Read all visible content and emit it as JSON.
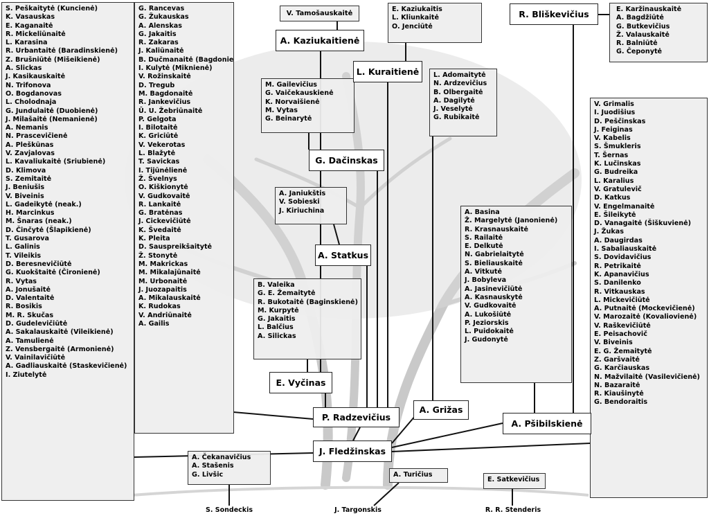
{
  "mentors": {
    "tamosauskaite": "V. Tamošauskaitė",
    "kaziukaitiene": "A. Kaziukaitienė",
    "kuraitiene": "L. Kuraitienė",
    "bliskevicius": "R. Bliškevičius",
    "dacinskas": "G. Dačinskas",
    "statkus": "A. Statkus",
    "vycinas": "E. Vyčinas",
    "radzevicius": "P. Radzevičius",
    "grizas": "A. Grižas",
    "psibilskiene": "A. Pšibilskienė",
    "fledzinskas": "J. Fledžinskas"
  },
  "roots": {
    "sondeckis": "S. Sondeckis",
    "targonskis": "J. Targonskis",
    "stenderis": "R. R. Stenderis"
  },
  "lists": {
    "left1": [
      "S. Peškaitytė (Kuncienė)",
      "K. Vasauskas",
      "E. Kaganaitė",
      "R. Mickeliūnaitė",
      "L. Karasina",
      "R. Urbantaitė (Baradinskienė)",
      "Z. Brušniūtė (Mišeikienė)",
      "A. Slickas",
      "J. Kasikauskaitė",
      "N. Trifonova",
      "O. Bogdanovas",
      "L. Cholodnaja",
      "G. Jundulaitė (Duobienė)",
      "J. Milašaitė (Nemanienė)",
      "A. Nemanis",
      "N. Prascevičienė",
      "A. Pleškūnas",
      "V. Zavjalovas",
      "L. Kavaliukaitė (Sriubienė)",
      "D. Klimova",
      "S. Zemitaitė",
      "J. Beniušis",
      "V. Biveinis",
      "L. Gadeikytė (neak.)",
      "H. Marcinkus",
      "M. Šnaras (neak.)",
      "D. Činčytė (Šlapikienė)",
      "T. Gusarova",
      "L. Galinis",
      "T. Vileikis",
      "D. Beresnevičiūtė",
      "G. Kuokštaitė (Čironienė)",
      "R. Vytas",
      "A. Jonušaitė",
      "D. Valentaitė",
      "R. Bosikis",
      "M. R. Skučas",
      "D. Gudelevičiūtė",
      "A. Sakalauskaitė (Vileikienė)",
      "A. Tamulienė",
      "Z. Vensbergaitė (Armonienė)",
      "V. Vainilavičiūtė",
      "A. Gadliauskaitė (Staskevičienė)",
      "I. Ziutelytė"
    ],
    "left2": [
      "G. Rancevas",
      "G. Žukauskas",
      "A. Alenskas",
      "G. Jakaitis",
      "R. Zakaras",
      "J. Kaliūnaitė",
      "B. Dučmanaitė (Bagdonienė)",
      "I. Kulytė (Miknienė)",
      "V. Rožinskaitė",
      "D. Tregub",
      "M. Bagdonaitė",
      "R. Jankevičius",
      "Ū. U. Žebriūnaitė",
      "P. Gelgota",
      "I. Bilotaitė",
      "K. Griciūtė",
      "V. Vekerotas",
      "L. Blažytė",
      "T. Savickas",
      "I. Tijūnėlienė",
      "Ž. Švelnys",
      "O. Kiškionytė",
      "V. Gudkovaitė",
      "R. Lankaitė",
      "G. Bratėnas",
      "J. Cickevičiūtė",
      "K. Švedaitė",
      "K. Pleita",
      "D. Sauspreikšaitytė",
      "Ž. Stonytė",
      "M. Makrickas",
      "M. Mikalajūnaitė",
      "M. Urbonaitė",
      "J. Juozapaitis",
      "A. Mikalauskaitė",
      "K. Rudokas",
      "V. Andriūnaitė",
      "A. Gailis"
    ],
    "kaziukaitis": [
      "E. Kaziukaitis",
      "L. Kliunkaitė",
      "O. Jenciūtė"
    ],
    "karzinauskaite": [
      "E. Karžinauskaitė",
      "A. Bagdžiūtė",
      "G. Butkevičius",
      "Ž. Valauskaitė",
      "R. Balniūtė",
      "G. Čeponytė"
    ],
    "gailevicius": [
      "M. Gailevičius",
      "G. Vaičekauskienė",
      "K. Norvaišienė",
      "M. Vytas",
      "G. Beinarytė"
    ],
    "adomaityte": [
      "L. Adomaitytė",
      "N. Ardzevičius",
      "B. Olbergaitė",
      "A. Dagilytė",
      "J. Veselytė",
      "G. Rubikaitė"
    ],
    "janiukstis": [
      "A. Janiukštis",
      "V. Sobieski",
      "J. Kiriuchina"
    ],
    "valeika": [
      "B. Valeika",
      "G. E. Žemaitytė",
      "R. Bukotaitė (Baginskienė)",
      "M. Kurpytė",
      "G. Jakaitis",
      "L. Balčius",
      "A. Silickas"
    ],
    "basina": [
      "A. Basina",
      "Ž. Margelytė (Janonienė)",
      "R. Krasnauskaitė",
      "S. Railaitė",
      "E. Delkutė",
      "N. Gabrielaitytė",
      "S. Bieliauskaitė",
      "A. Vitkutė",
      "J. Bobyleva",
      "A. Jasinevičiūtė",
      "A. Kasnauskytė",
      "V. Gudkovaitė",
      "A. Lukošiūtė",
      "P. Jeziorskis",
      "L. Puidokaitė",
      "J. Gudonytė"
    ],
    "grimalis": [
      "V. Grimalis",
      "I. Juodišius",
      "D. Peščinskas",
      "J. Feiginas",
      "V. Kabelis",
      "S. Šmukleris",
      "T. Šernas",
      "K. Lučinskas",
      "G. Budreika",
      "L. Karalius",
      "V. Gratulevič",
      "D. Katkus",
      "V. Engelmanaitė",
      "E. Šileikytė",
      "D. Vanagaitė (Šiškuvienė)",
      "J. Žukas",
      "A. Daugirdas",
      "I. Sabaliauskaitė",
      "S. Dovidavičius",
      "R. Petrikaitė",
      "K. Apanavičius",
      "S. Danilenko",
      "R. Vitkauskas",
      "L. Mickevičiūtė",
      "A. Putnaitė (Mockevičienė)",
      "V. Marozaitė (Kovaliovienė)",
      "V. Raškevičiūtė",
      "E. Peisachovič",
      "V. Biveinis",
      "E. G. Žemaitytė",
      "Z. Garšvaitė",
      "G. Karčiauskas",
      "N. Mažvilaitė (Vasilevičienė)",
      "N. Bazaraitė",
      "R. Kiaušinytė",
      "G. Bendoraitis"
    ],
    "cekanavicius": [
      "A. Čekanavičius",
      "A. Stašenis",
      "G. Livšic"
    ],
    "turicius": [
      "A. Turičius"
    ],
    "satkevicius": [
      "E. Satkevičius"
    ]
  }
}
